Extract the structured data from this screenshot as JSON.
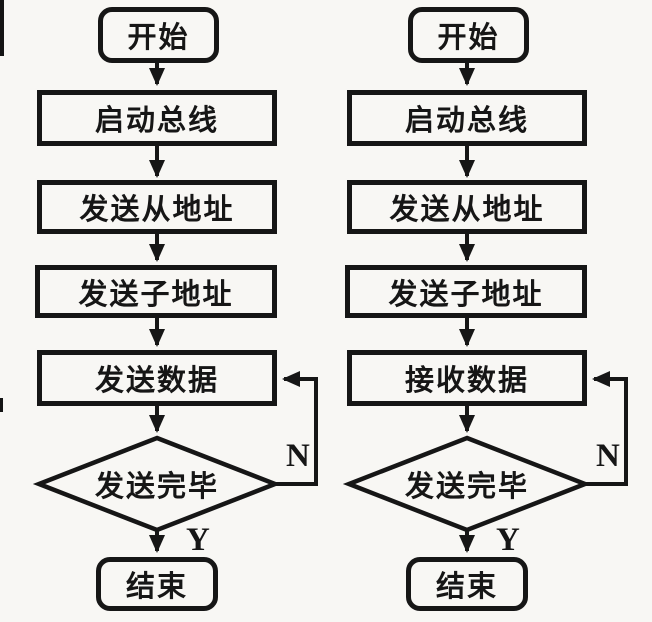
{
  "colors": {
    "ink": "#161616",
    "background": "#f8f7f4"
  },
  "flowcharts": [
    {
      "nodes": {
        "start": "开始",
        "init_bus": "启动总线",
        "send_slave_address": "发送从地址",
        "send_sub_address": "发送子地址",
        "data_step": "发送数据",
        "decision": "发送完毕",
        "end": "结束"
      },
      "branch_labels": {
        "yes": "Y",
        "no": "N"
      }
    },
    {
      "nodes": {
        "start": "开始",
        "init_bus": "启动总线",
        "send_slave_address": "发送从地址",
        "send_sub_address": "发送子地址",
        "data_step": "接收数据",
        "decision": "发送完毕",
        "end": "结束"
      },
      "branch_labels": {
        "yes": "Y",
        "no": "N"
      }
    }
  ]
}
